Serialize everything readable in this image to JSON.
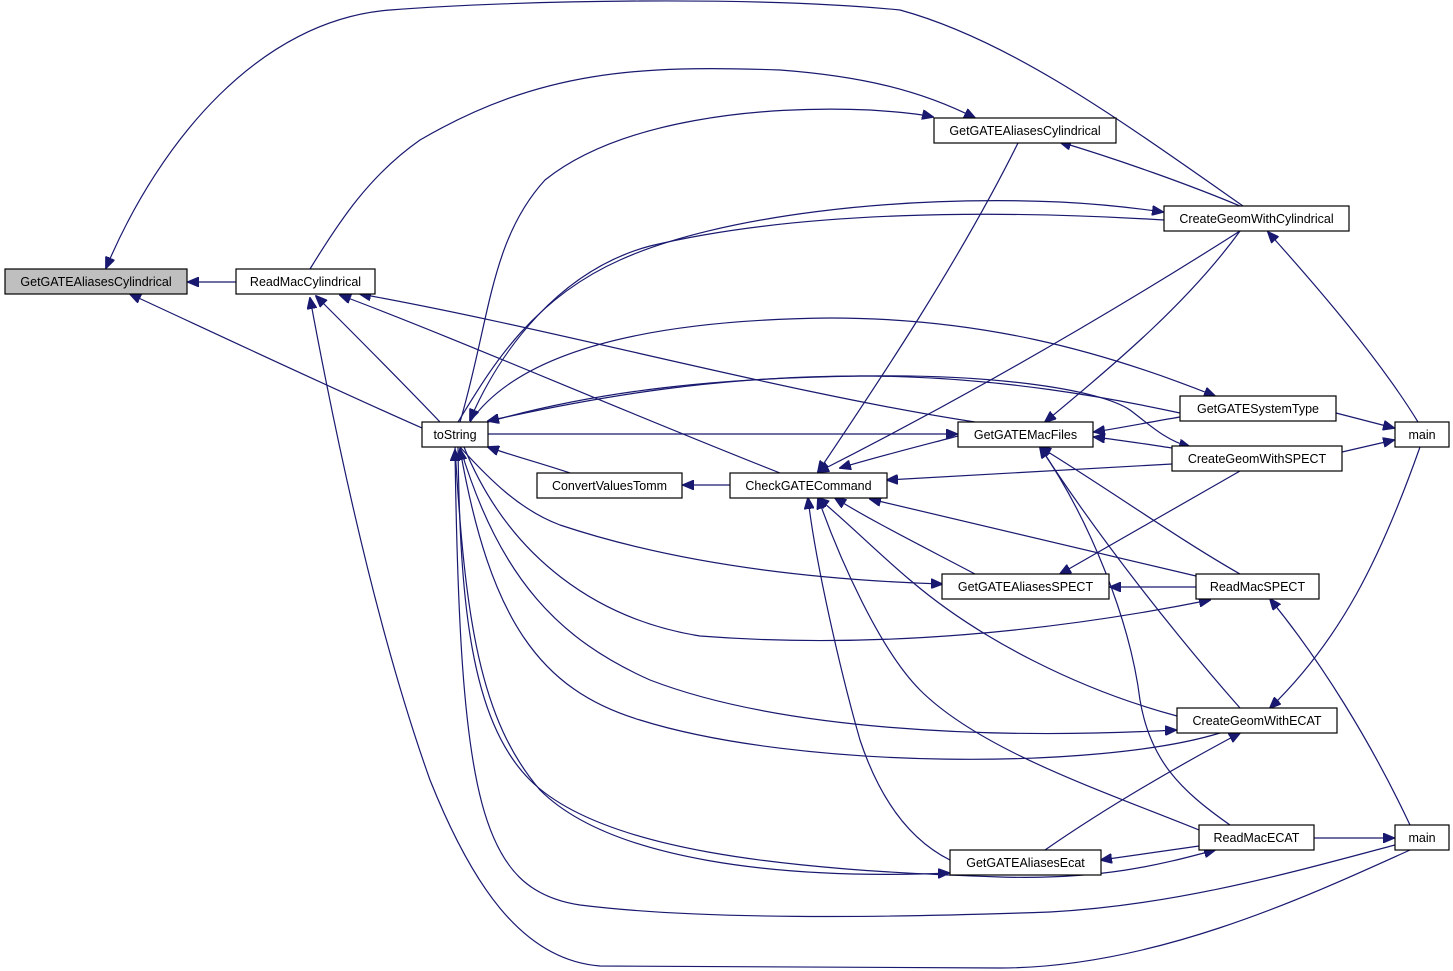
{
  "diagram": {
    "type": "caller-graph",
    "colors": {
      "edge": "#191970",
      "focus_fill": "#bfbfbf",
      "node_fill": "#ffffff",
      "node_border": "#000000"
    },
    "nodes": [
      {
        "id": "n0",
        "label": "GetGATEAliasesCylindrical",
        "focus": true
      },
      {
        "id": "n1",
        "label": "ReadMacCylindrical"
      },
      {
        "id": "n2",
        "label": "toString"
      },
      {
        "id": "n3",
        "label": "GetGATEAliasesCylindrical"
      },
      {
        "id": "n4",
        "label": "CreateGeomWithCylindrical"
      },
      {
        "id": "n5",
        "label": "GetGATESystemType"
      },
      {
        "id": "n6",
        "label": "GetGATEMacFiles"
      },
      {
        "id": "n7",
        "label": "CreateGeomWithSPECT"
      },
      {
        "id": "n8",
        "label": "ConvertValuesTomm"
      },
      {
        "id": "n9",
        "label": "CheckGATECommand"
      },
      {
        "id": "n10",
        "label": "main"
      },
      {
        "id": "n11",
        "label": "GetGATEAliasesSPECT"
      },
      {
        "id": "n12",
        "label": "ReadMacSPECT"
      },
      {
        "id": "n13",
        "label": "CreateGeomWithECAT"
      },
      {
        "id": "n14",
        "label": "ReadMacECAT"
      },
      {
        "id": "n15",
        "label": "main"
      },
      {
        "id": "n16",
        "label": "GetGATEAliasesEcat"
      }
    ],
    "edges": [
      {
        "from": "n1",
        "to": "n0"
      },
      {
        "from": "n2",
        "to": "n0"
      },
      {
        "from": "n4",
        "to": "n0"
      },
      {
        "from": "n2",
        "to": "n1"
      },
      {
        "from": "n9",
        "to": "n1"
      },
      {
        "from": "n6",
        "to": "n1"
      },
      {
        "from": "n15",
        "to": "n1"
      },
      {
        "from": "n1",
        "to": "n3"
      },
      {
        "from": "n2",
        "to": "n3"
      },
      {
        "from": "n4",
        "to": "n3"
      },
      {
        "from": "n3",
        "to": "n9"
      },
      {
        "from": "n2",
        "to": "n4"
      },
      {
        "from": "n4",
        "to": "n2"
      },
      {
        "from": "n10",
        "to": "n4"
      },
      {
        "from": "n2",
        "to": "n5"
      },
      {
        "from": "n5",
        "to": "n2"
      },
      {
        "from": "n5",
        "to": "n10"
      },
      {
        "from": "n2",
        "to": "n6"
      },
      {
        "from": "n4",
        "to": "n6"
      },
      {
        "from": "n5",
        "to": "n6"
      },
      {
        "from": "n7",
        "to": "n6"
      },
      {
        "from": "n6",
        "to": "n9"
      },
      {
        "from": "n12",
        "to": "n6"
      },
      {
        "from": "n13",
        "to": "n6"
      },
      {
        "from": "n14",
        "to": "n6"
      },
      {
        "from": "n2",
        "to": "n7"
      },
      {
        "from": "n7",
        "to": "n10"
      },
      {
        "from": "n7",
        "to": "n9"
      },
      {
        "from": "n7",
        "to": "n11"
      },
      {
        "from": "n8",
        "to": "n2"
      },
      {
        "from": "n9",
        "to": "n8"
      },
      {
        "from": "n4",
        "to": "n9"
      },
      {
        "from": "n11",
        "to": "n9"
      },
      {
        "from": "n12",
        "to": "n9"
      },
      {
        "from": "n13",
        "to": "n9"
      },
      {
        "from": "n14",
        "to": "n9"
      },
      {
        "from": "n16",
        "to": "n9"
      },
      {
        "from": "n2",
        "to": "n11"
      },
      {
        "from": "n12",
        "to": "n11"
      },
      {
        "from": "n2",
        "to": "n12"
      },
      {
        "from": "n15",
        "to": "n12"
      },
      {
        "from": "n2",
        "to": "n13"
      },
      {
        "from": "n13",
        "to": "n2"
      },
      {
        "from": "n10",
        "to": "n13"
      },
      {
        "from": "n16",
        "to": "n13"
      },
      {
        "from": "n2",
        "to": "n14"
      },
      {
        "from": "n14",
        "to": "n15"
      },
      {
        "from": "n14",
        "to": "n16"
      },
      {
        "from": "n2",
        "to": "n16"
      },
      {
        "from": "n15",
        "to": "n2"
      }
    ]
  }
}
